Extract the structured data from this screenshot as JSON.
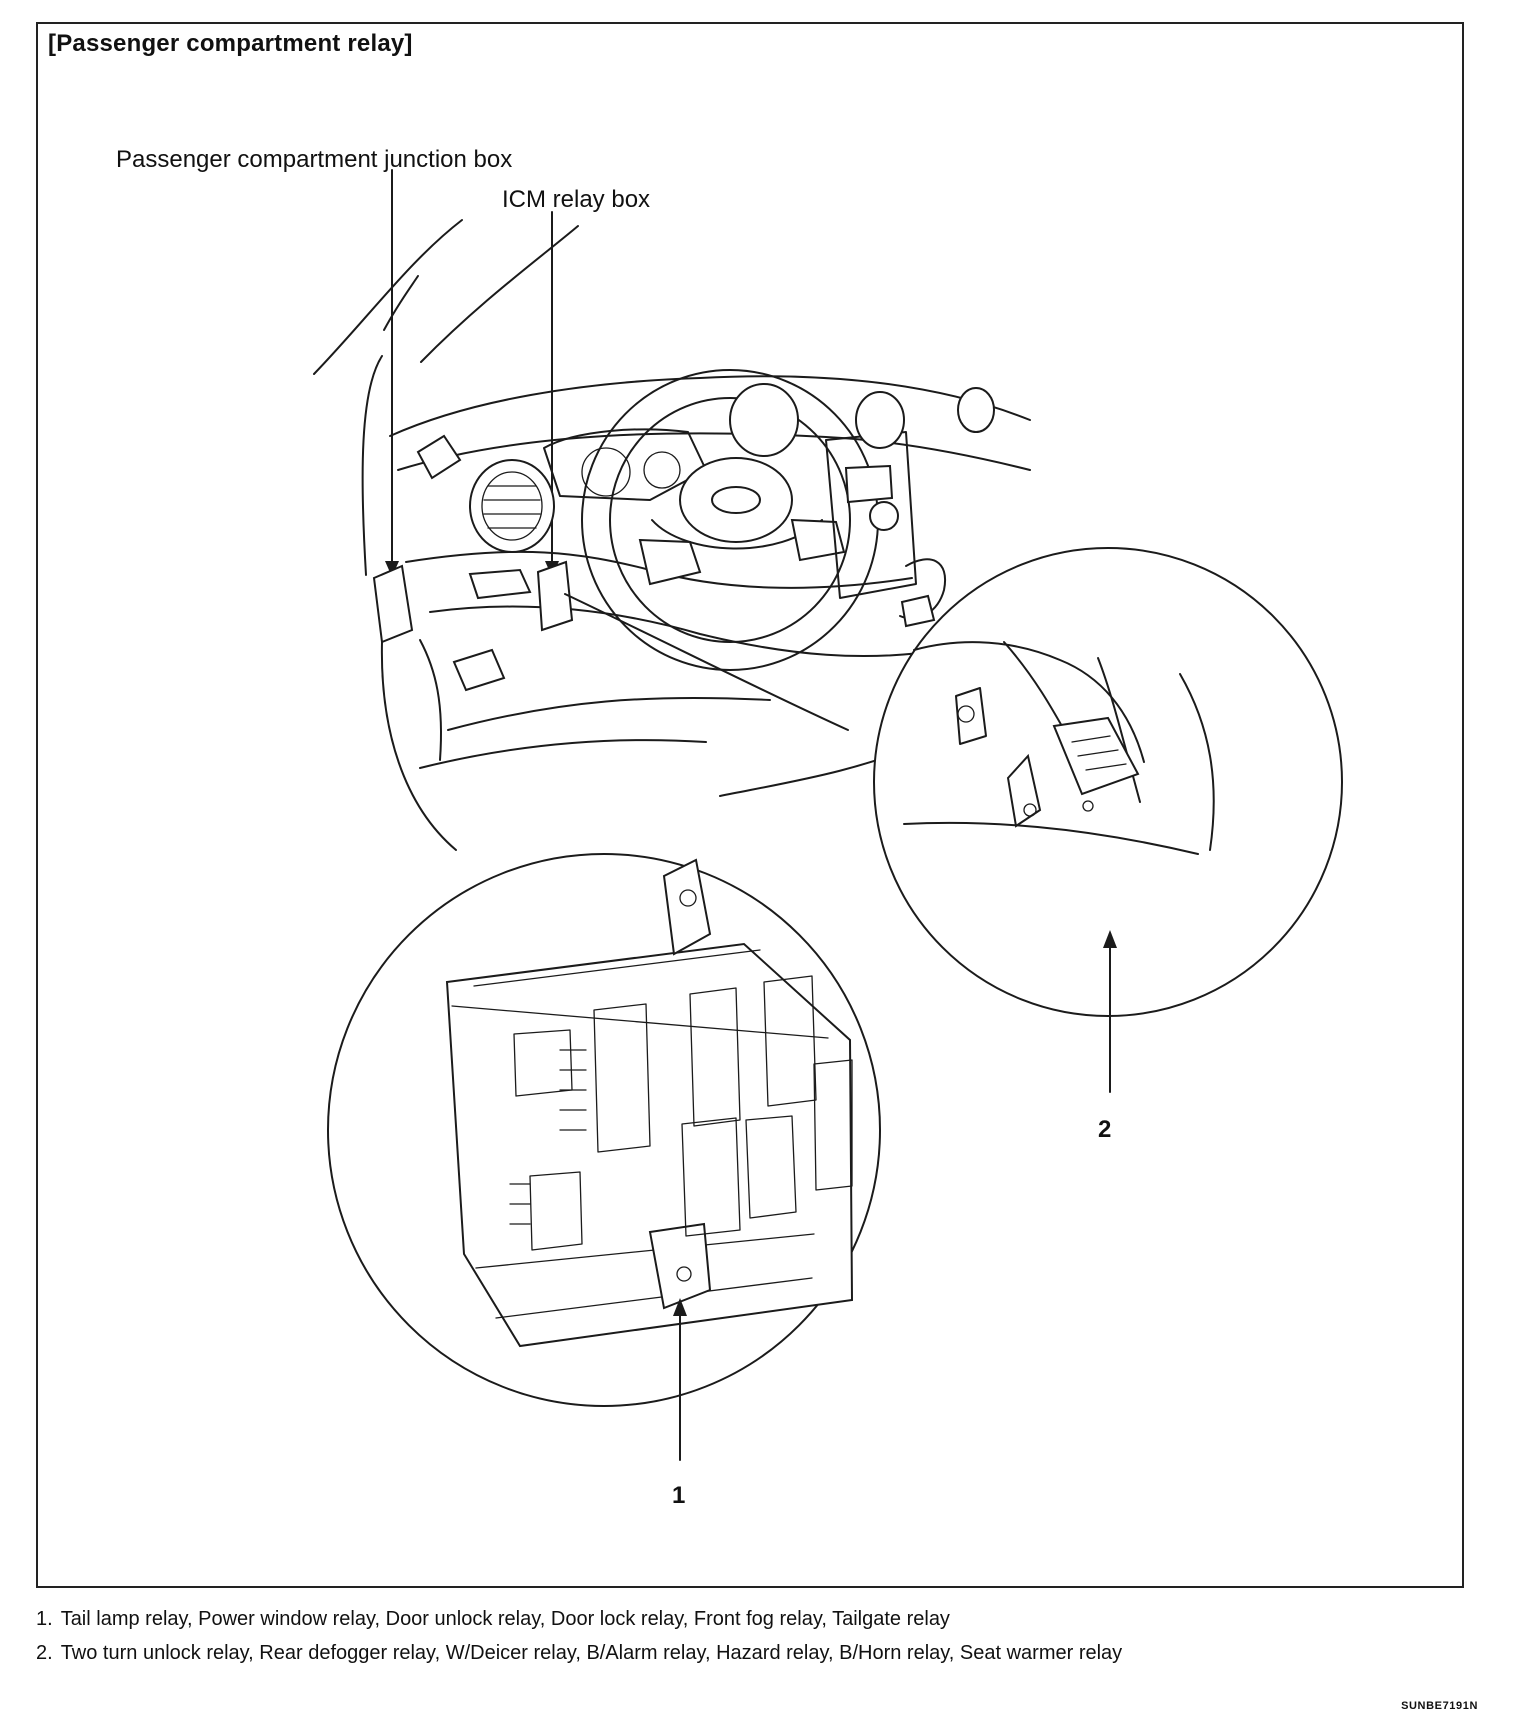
{
  "document": {
    "title": "[Passenger compartment relay]",
    "labels": {
      "junction_box": "Passenger compartment junction box",
      "icm_relay_box": "ICM relay box",
      "callout_1": "1",
      "callout_2": "2"
    },
    "legend": [
      {
        "number": "1.",
        "text": "Tail lamp relay, Power window relay, Door unlock relay, Door lock relay, Front fog relay, Tailgate relay"
      },
      {
        "number": "2.",
        "text": "Two turn unlock relay, Rear defogger relay, W/Deicer relay, B/Alarm relay, Hazard relay, B/Horn relay, Seat warmer relay"
      }
    ],
    "figure_code": "SUNBE7191N"
  },
  "colors": {
    "ink": "#1b1b1b",
    "background": "#ffffff"
  }
}
